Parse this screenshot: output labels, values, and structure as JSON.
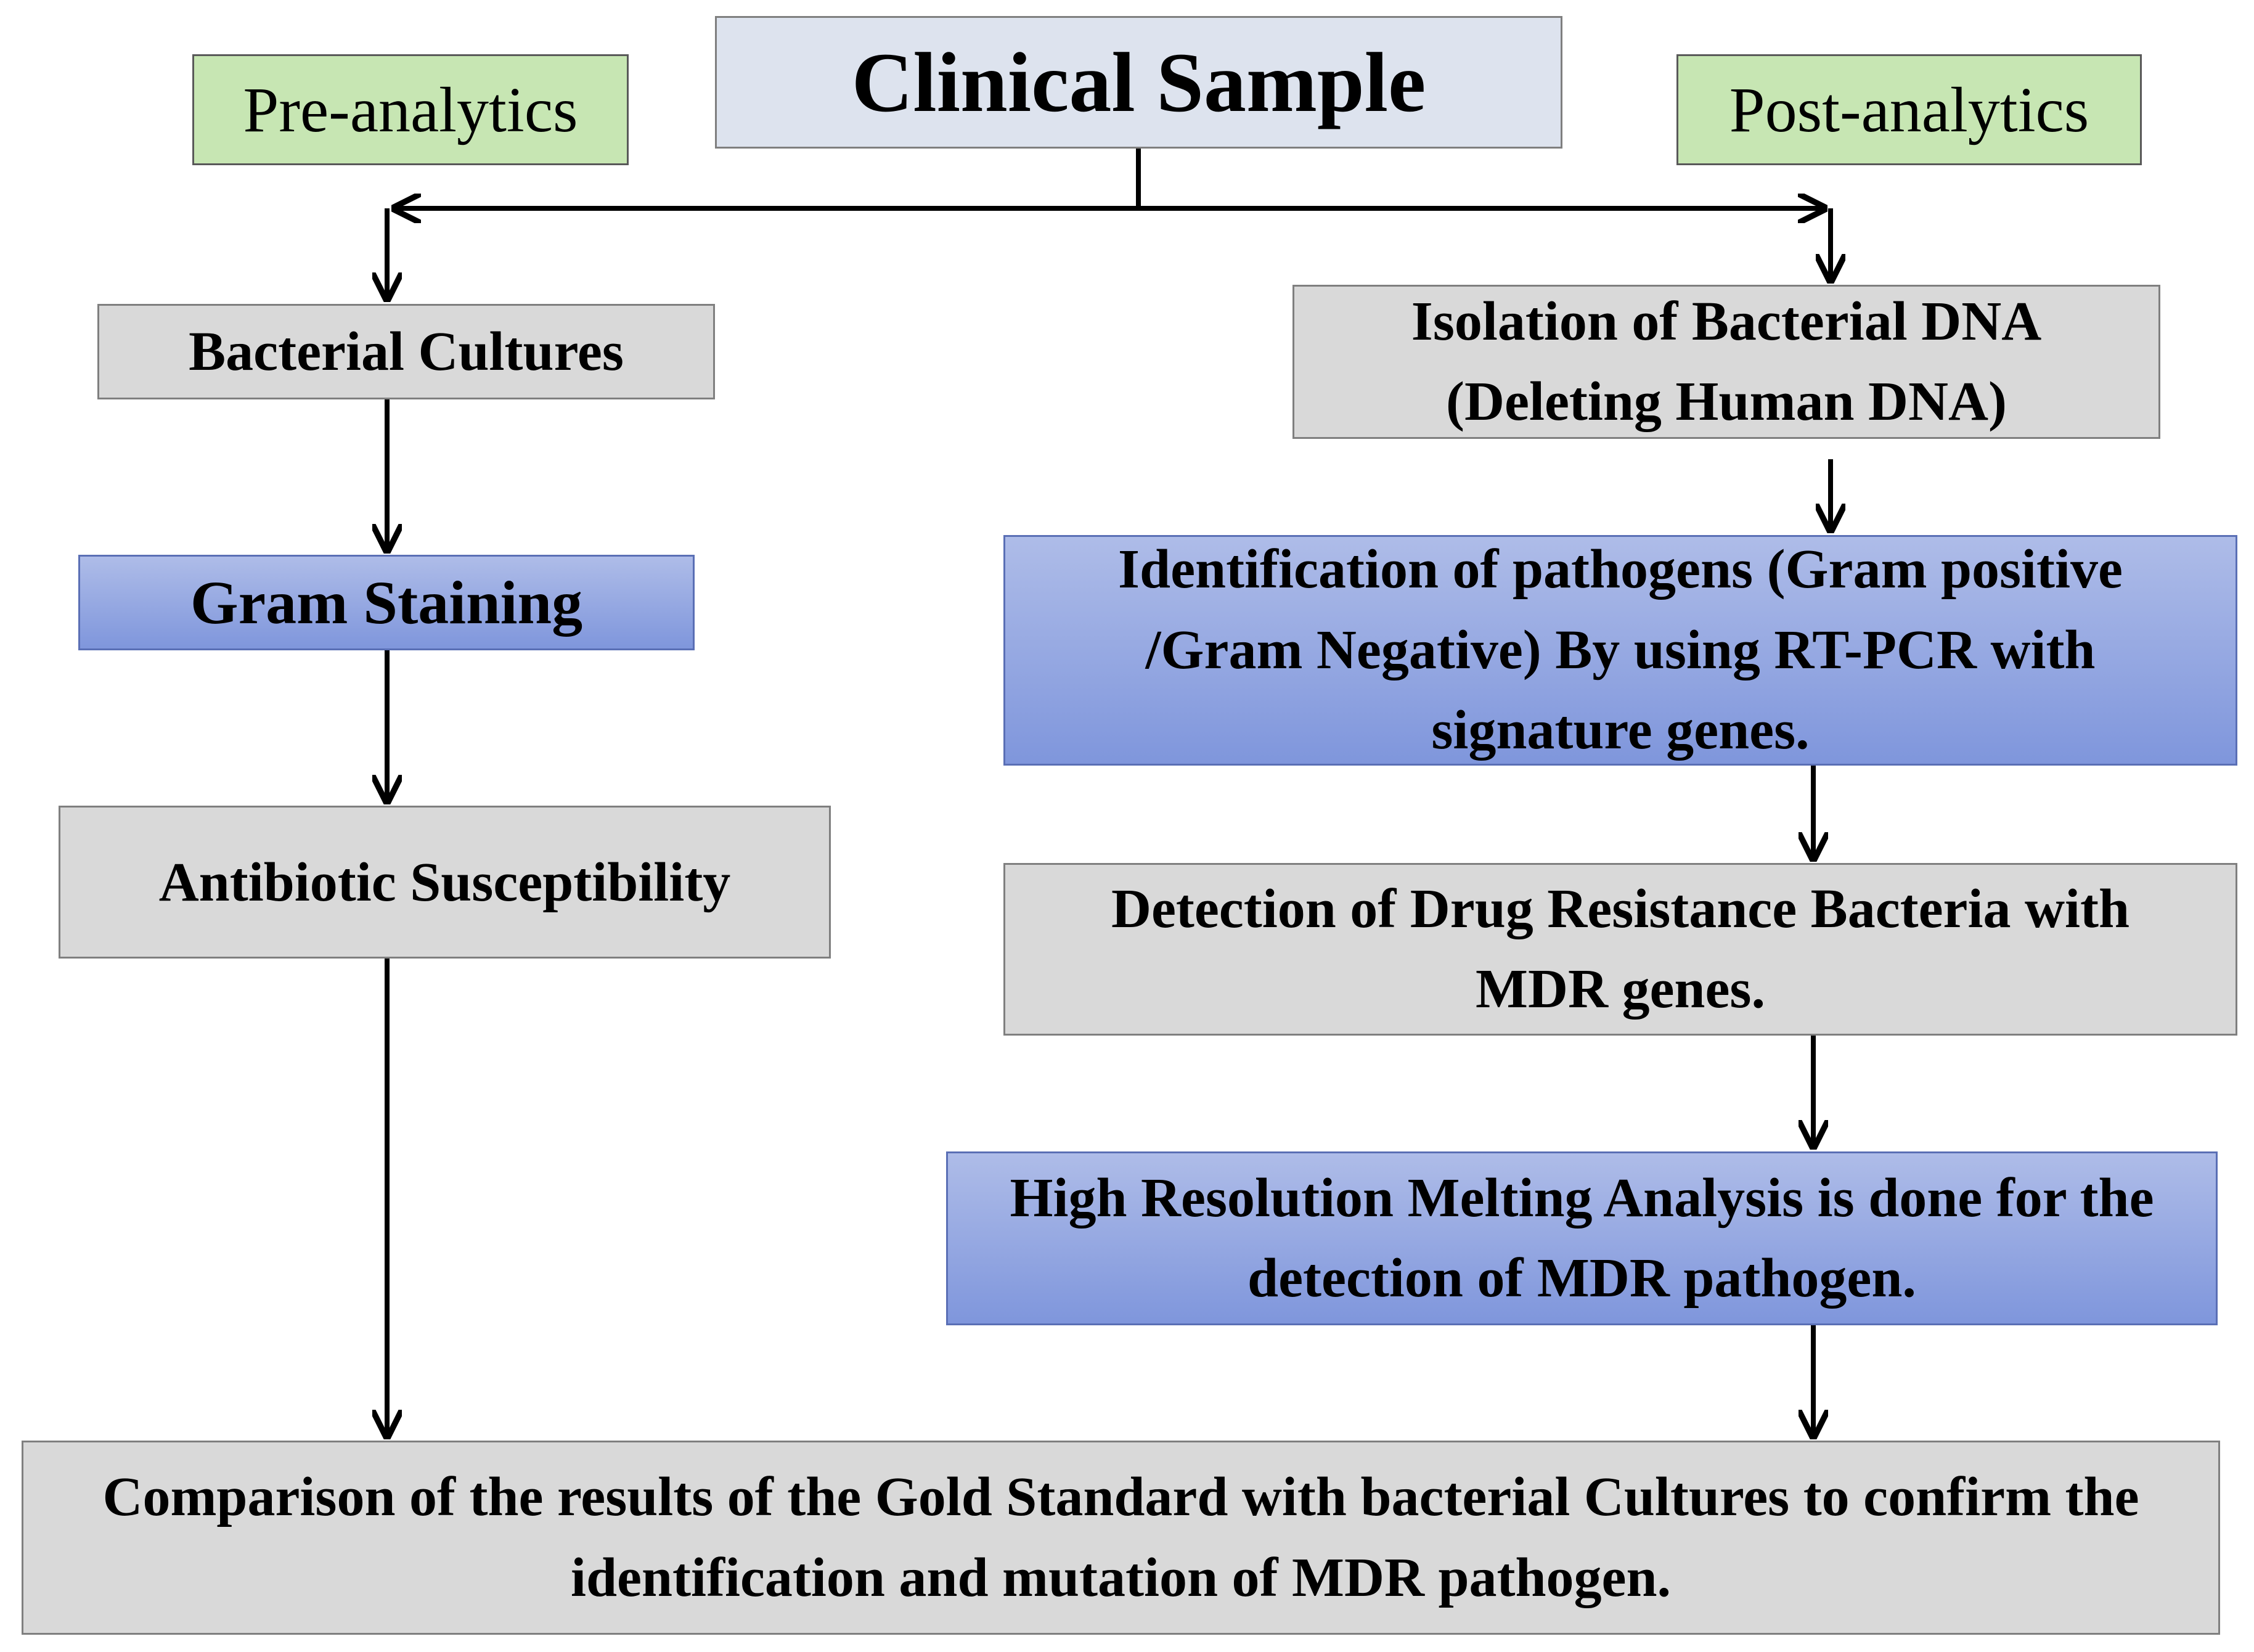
{
  "diagram": {
    "title": "Clinical Sample",
    "left_header": "Pre-analytics",
    "right_header": "Post-analytics",
    "left_steps": [
      "Bacterial Cultures",
      "Gram Staining",
      "Antibiotic Susceptibility"
    ],
    "right_steps": [
      "Isolation of  Bacterial DNA\n(Deleting Human DNA)",
      "Identification of pathogens (Gram positive /Gram Negative) By using RT-PCR with signature genes.",
      "Detection of Drug Resistance Bacteria with MDR genes.",
      "High Resolution Melting Analysis is done for the detection of MDR pathogen."
    ],
    "final_step": "Comparison of the results of the Gold Standard with bacterial Cultures to confirm the identification and mutation of  MDR pathogen."
  }
}
